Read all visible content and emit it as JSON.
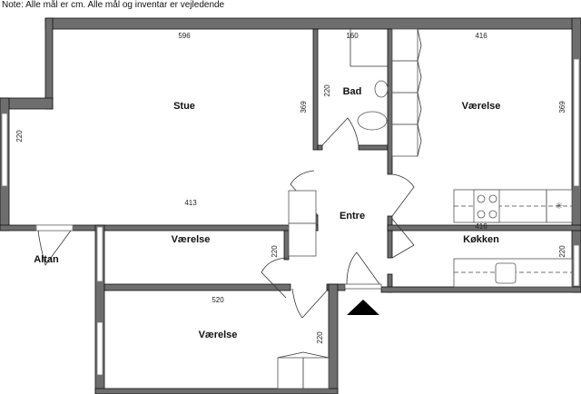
{
  "note": "Note: Alle mål er cm. Alle mål og inventar er vejledende",
  "rooms": {
    "stue": {
      "label": "Stue",
      "width": "596",
      "depth": "369",
      "window": "220"
    },
    "bad": {
      "label": "Bad",
      "width": "160",
      "depth": "220"
    },
    "vaerelse_ne": {
      "label": "Værelse",
      "width": "416",
      "depth": "369"
    },
    "vaerelse_mid": {
      "label": "Værelse",
      "width": "413",
      "depth": "220"
    },
    "entre": {
      "label": "Entre"
    },
    "altan": {
      "label": "Altan"
    },
    "koekken": {
      "label": "Køkken",
      "width": "416",
      "depth": "220"
    },
    "vaerelse_s": {
      "label": "Værelse",
      "width": "520",
      "depth": "220"
    }
  }
}
